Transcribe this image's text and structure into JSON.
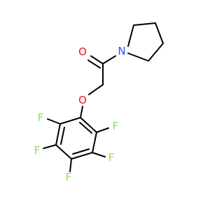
{
  "molecule": {
    "atoms": {
      "carbonyl_oxygen": {
        "symbol": "O",
        "color": "#ff0d0d"
      },
      "amide_nitrogen": {
        "symbol": "N",
        "color": "#3050f8"
      },
      "ether_oxygen": {
        "symbol": "O",
        "color": "#ff0d0d"
      },
      "fluorine_2": {
        "symbol": "F",
        "color": "#90e050"
      },
      "fluorine_3": {
        "symbol": "F",
        "color": "#90e050"
      },
      "fluorine_4": {
        "symbol": "F",
        "color": "#90e050"
      },
      "fluorine_5": {
        "symbol": "F",
        "color": "#90e050"
      },
      "fluorine_6": {
        "symbol": "F",
        "color": "#90e050"
      }
    },
    "bond_color": "#000000"
  }
}
